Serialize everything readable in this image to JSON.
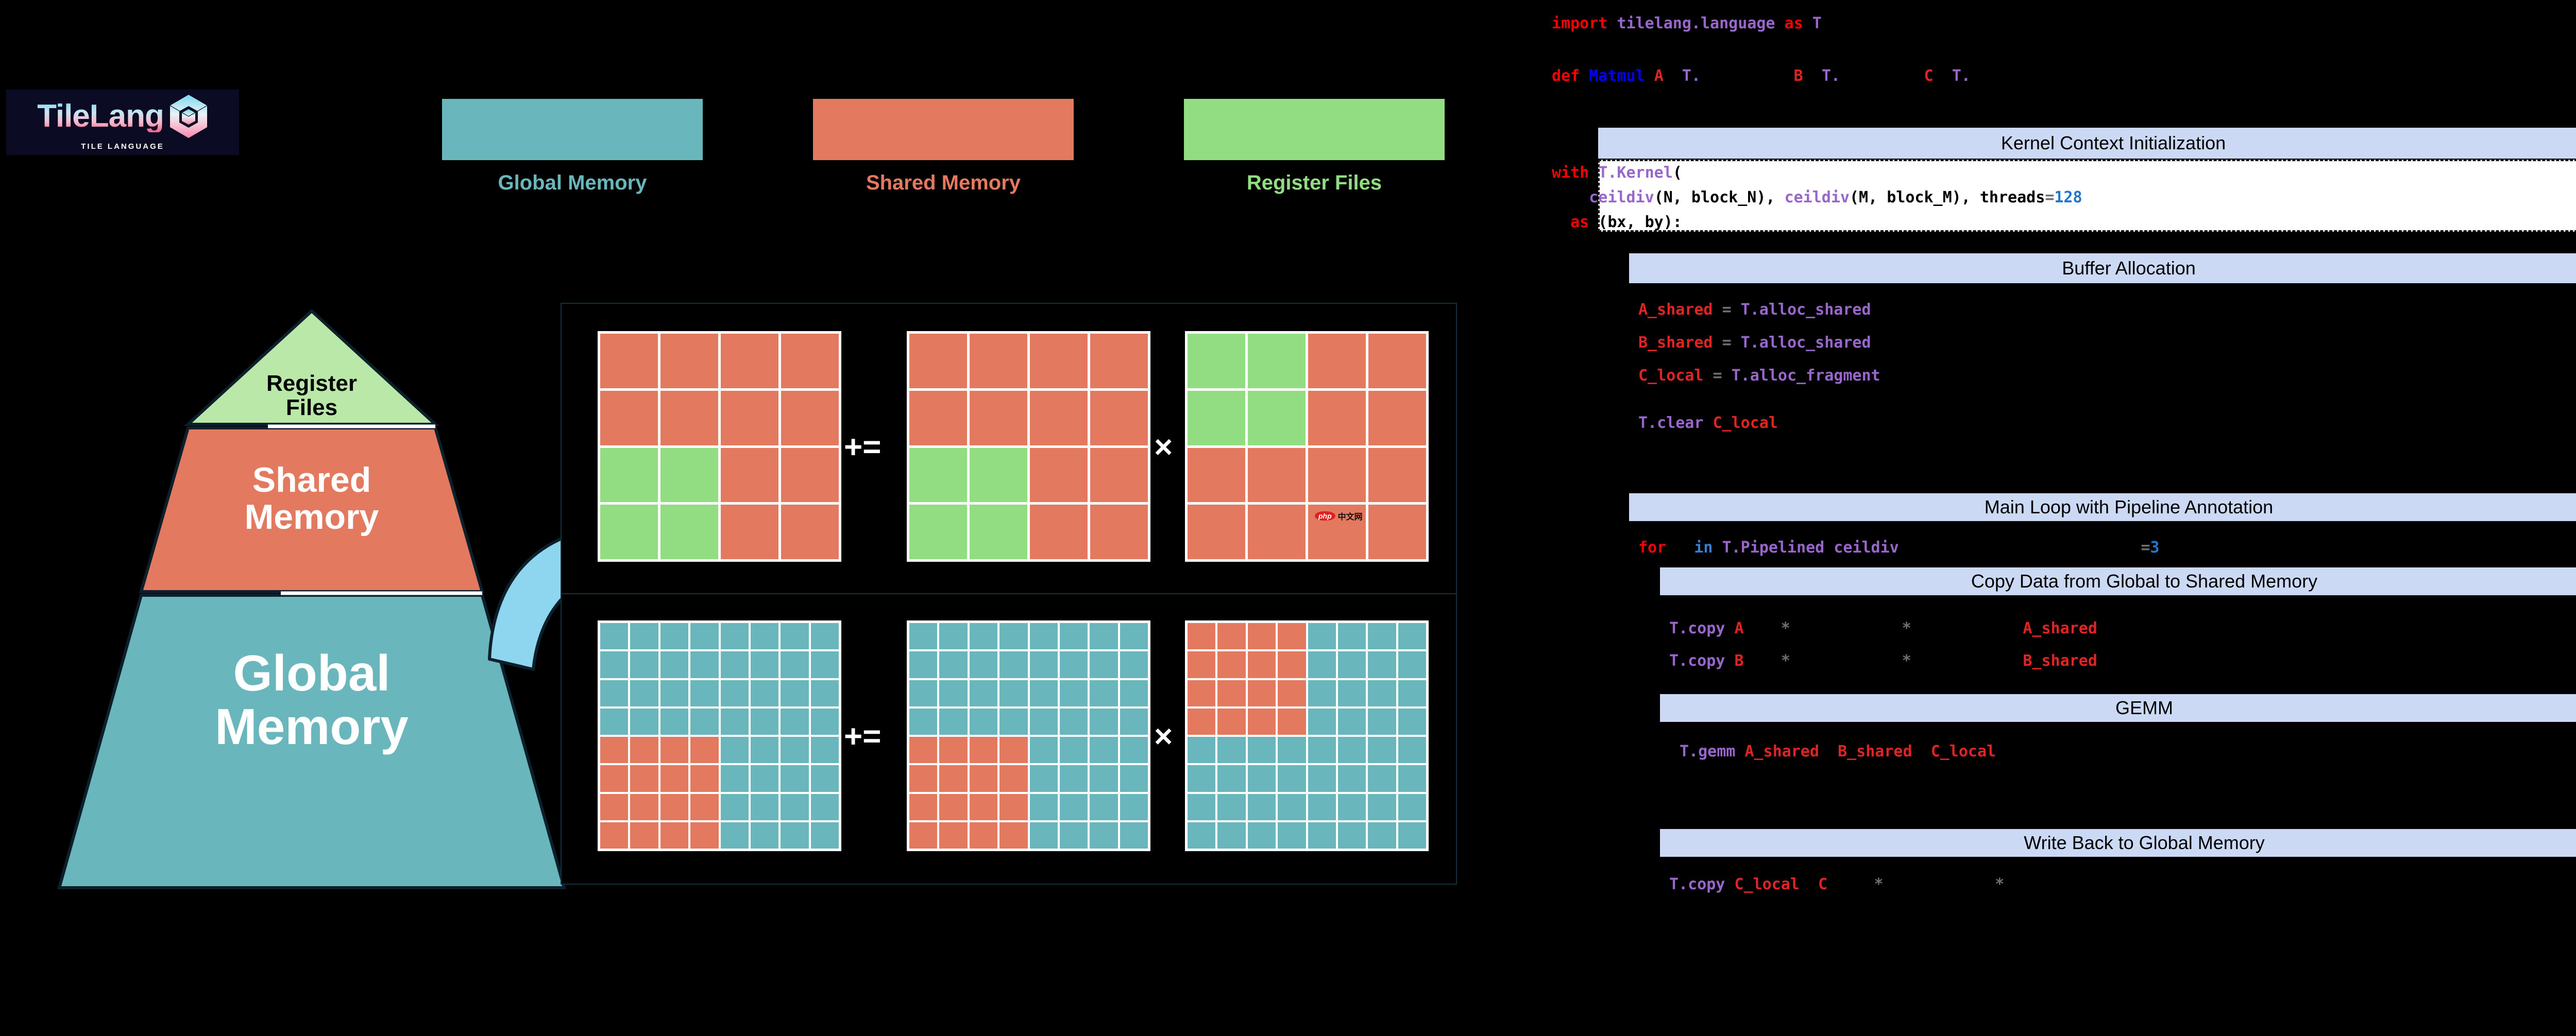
{
  "colors": {
    "global_memory": "#69b7bc",
    "shared_memory": "#e3795e",
    "register_files": "#92dd81",
    "banner_bg": "#ccd9f5",
    "panel_border": "#16313d",
    "arrow": "#8ed5f0",
    "background": "#000000",
    "logo_bg": "#0b0b23"
  },
  "logo": {
    "word": "TileLang",
    "subtitle": "TILE LANGUAGE",
    "cube_icon": "cube-icon"
  },
  "legend": {
    "items": [
      {
        "label": "Global Memory",
        "color": "#69b7bc",
        "swatch": "global-memory-swatch"
      },
      {
        "label": "Shared Memory",
        "color": "#e3795e",
        "swatch": "shared-memory-swatch"
      },
      {
        "label": "Register Files",
        "color": "#92dd81",
        "swatch": "register-files-swatch"
      }
    ]
  },
  "pyramid": {
    "levels": [
      {
        "label": "Register Files",
        "color": "#b9e8a8",
        "text_color": "#000000"
      },
      {
        "label": "Shared Memory",
        "color": "#e3795e",
        "text_color": "#ffffff"
      },
      {
        "label": "Global Memory",
        "color": "#69b7bc",
        "text_color": "#ffffff"
      }
    ]
  },
  "diagram": {
    "operators": {
      "plus_equals": "+=",
      "times": "×"
    },
    "top_row": {
      "label": "shared-to-register-stage",
      "matrices": [
        {
          "name": "C-local-accumulator",
          "rows": 4,
          "cols": 4,
          "cells": [
            "S",
            "S",
            "S",
            "S",
            "S",
            "S",
            "S",
            "S",
            "R",
            "R",
            "S",
            "S",
            "R",
            "R",
            "S",
            "S"
          ]
        },
        {
          "name": "A-shared-tile",
          "rows": 4,
          "cols": 4,
          "cells": [
            "S",
            "S",
            "S",
            "S",
            "S",
            "S",
            "S",
            "S",
            "R",
            "R",
            "S",
            "S",
            "R",
            "R",
            "S",
            "S"
          ]
        },
        {
          "name": "B-shared-tile",
          "rows": 4,
          "cols": 4,
          "cells": [
            "R",
            "R",
            "S",
            "S",
            "R",
            "R",
            "S",
            "S",
            "S",
            "S",
            "S",
            "S",
            "S",
            "S",
            "S",
            "S"
          ]
        }
      ]
    },
    "bottom_row": {
      "label": "global-to-shared-stage",
      "matrices": [
        {
          "name": "C-global-output",
          "rows": 8,
          "cols": 8,
          "shaded_block": {
            "row_start": 4,
            "row_end": 7,
            "col_start": 0,
            "col_end": 3,
            "color": "shared"
          }
        },
        {
          "name": "A-global-input",
          "rows": 8,
          "cols": 8,
          "shaded_block": {
            "row_start": 4,
            "row_end": 7,
            "col_start": 0,
            "col_end": 3,
            "color": "shared"
          }
        },
        {
          "name": "B-global-input",
          "rows": 8,
          "cols": 8,
          "shaded_block": {
            "row_start": 0,
            "row_end": 3,
            "col_start": 0,
            "col_end": 3,
            "color": "shared"
          }
        }
      ]
    }
  },
  "watermark": {
    "badge": "php",
    "text": "中文网"
  },
  "code": {
    "header_lines": [
      {
        "id": "import-line",
        "text": "import tilelang.language as T"
      },
      {
        "id": "def-line",
        "text": "def Matmul A  T.          B  T.         C  T."
      }
    ],
    "sections": [
      {
        "id": "kernel-context-initialization",
        "banner": "Kernel Context Initialization",
        "lines": [
          "with T.Kernel(",
          "    ceildiv(N, block_N), ceildiv(M, block_M), threads=128",
          ") as (bx, by):"
        ]
      },
      {
        "id": "buffer-allocation",
        "banner": "Buffer Allocation",
        "lines": [
          "A_shared = T.alloc_shared",
          "B_shared = T.alloc_shared",
          "C_local = T.alloc_fragment",
          "T.clear C_local"
        ],
        "chips": [
          {
            "name": "shared-memory-chip",
            "color": "#e3795e"
          },
          {
            "name": "register-file-chip",
            "color": "#92dd81"
          }
        ]
      },
      {
        "id": "main-loop-with-pipeline-annotation",
        "banner": "Main Loop with Pipeline Annotation",
        "lines": [
          "for   in T.Pipelined ceildiv                             =3"
        ]
      },
      {
        "id": "copy-data-from-global-to-shared-memory",
        "banner": "Copy Data from Global to Shared Memory",
        "lines": [
          "T.copy A    *            *            A_shared",
          "T.copy B    *            *            B_shared"
        ]
      },
      {
        "id": "gemm",
        "banner": "GEMM",
        "lines": [
          "T.gemm A_shared  B_shared  C_local"
        ]
      },
      {
        "id": "write-back-to-global-memory",
        "banner": "Write Back to Global Memory",
        "lines": [
          "T.copy C_local  C     *            *"
        ]
      }
    ]
  }
}
